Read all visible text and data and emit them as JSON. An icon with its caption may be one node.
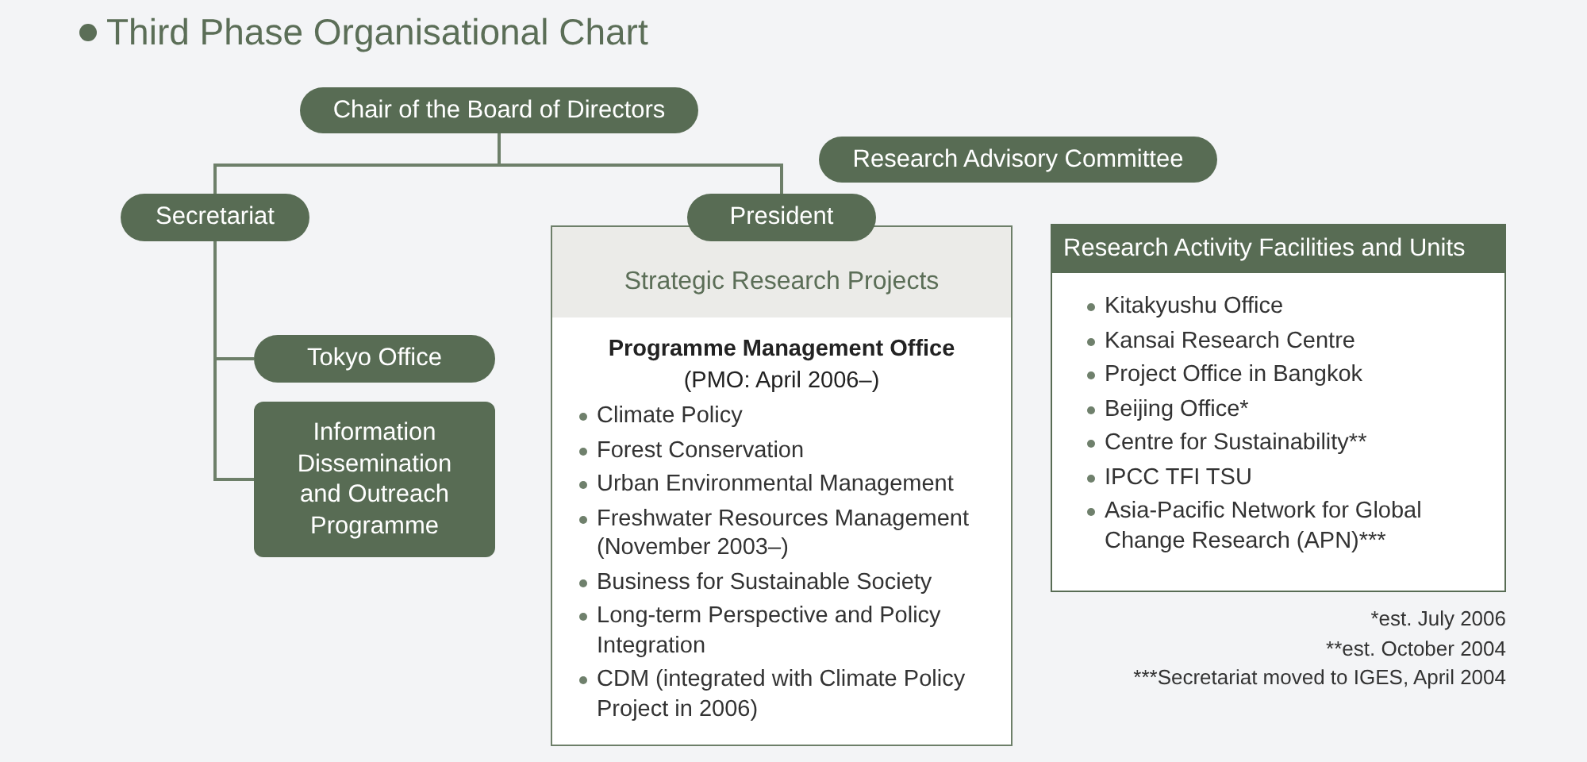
{
  "diagram": {
    "title": "Third Phase Organisational Chart",
    "nodes": [
      {
        "text": [
          "Chair of the Board of Directors"
        ]
      },
      {
        "text": [
          "Research Advisory Committee"
        ]
      },
      {
        "text": [
          "Secretariat"
        ]
      },
      {
        "text": [
          "President"
        ]
      },
      {
        "text": [
          "Strategic Research Projects",
          "**Programme Management Office** (PMO: April 2006–)",
          "Climate Policy",
          "Forest Conservation",
          "Urban Environmental Management",
          "Freshwater Resources Management (November 2003–)",
          "Business for Sustainable Society",
          "Long-term Perspective and Policy Integration",
          "CDM (integrated with Climate Policy Project in 2006)"
        ]
      },
      {
        "text": [
          "Research Activity Facilities and Units",
          "Kitakyushu Office",
          "Kansai Research Centre",
          "Project Office in Bangkok",
          "Beijing Office*",
          "Centre for Sustainability**",
          "IPCC TFI TSU",
          "Asia-Pacific Network for Global Change Research (APN)***"
        ]
      },
      {
        "text": [
          "Tokyo Office"
        ]
      },
      {
        "text": [
          "Information Dissemination and Outreach Programme"
        ]
      }
    ],
    "edges": [
      {
        "from": 0,
        "to": 2,
        "arrow": "none"
      },
      {
        "from": 0,
        "to": 3,
        "arrow": "none"
      },
      {
        "from": 2,
        "to": 6,
        "arrow": "none"
      },
      {
        "from": 2,
        "to": 7,
        "arrow": "none"
      }
    ],
    "labels": [
      "*est. July 2006",
      "**est. October 2004",
      "***Secretariat moved to IGES, April 2004"
    ]
  }
}
